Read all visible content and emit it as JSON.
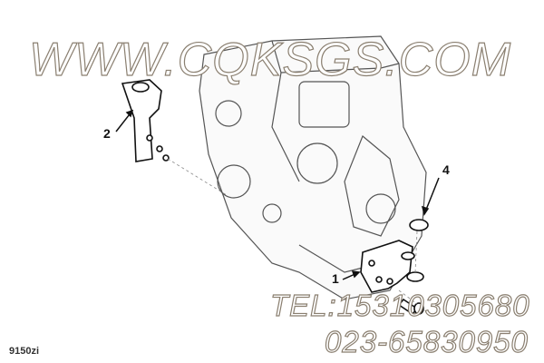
{
  "watermark": {
    "url": "WWW.CQKSGS.COM",
    "tel": "TEL:15310305680",
    "phone": "023-65830950"
  },
  "callouts": [
    "1",
    "2",
    "4"
  ],
  "figure_code": "9150zi",
  "colors": {
    "line": "#222222",
    "watermark_outline": "#8a7f70"
  }
}
